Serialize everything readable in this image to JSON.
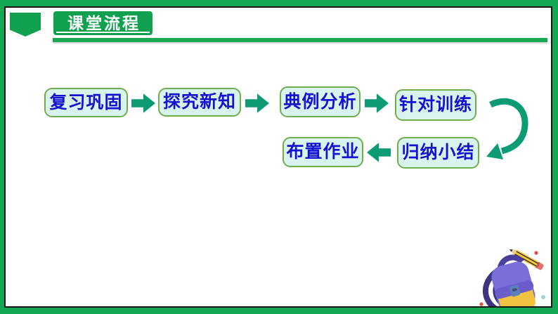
{
  "header": {
    "title": "课堂流程"
  },
  "flowchart": {
    "steps": [
      {
        "id": "step-1",
        "label": "复习巩固"
      },
      {
        "id": "step-2",
        "label": "探究新知"
      },
      {
        "id": "step-3",
        "label": "典例分析"
      },
      {
        "id": "step-4",
        "label": "针对训练"
      },
      {
        "id": "step-5",
        "label": "归纳小结"
      },
      {
        "id": "step-6",
        "label": "布置作业"
      }
    ],
    "connectors": [
      "right-arrow",
      "right-arrow",
      "right-arrow",
      "curved-down-arrow",
      "left-arrow"
    ]
  },
  "colors": {
    "frame_green": "#14a855",
    "ribbon_green": "#10a050",
    "arrow_teal": "#0d9b76",
    "box_fill": "#d9f4ef",
    "box_border": "#6fae4e",
    "box_text_blue": "#1512d2",
    "frame_border_black": "#141414"
  },
  "decor": {
    "icons": [
      "backpack-icon",
      "pencil-icon",
      "curved-arrow-icon"
    ]
  }
}
